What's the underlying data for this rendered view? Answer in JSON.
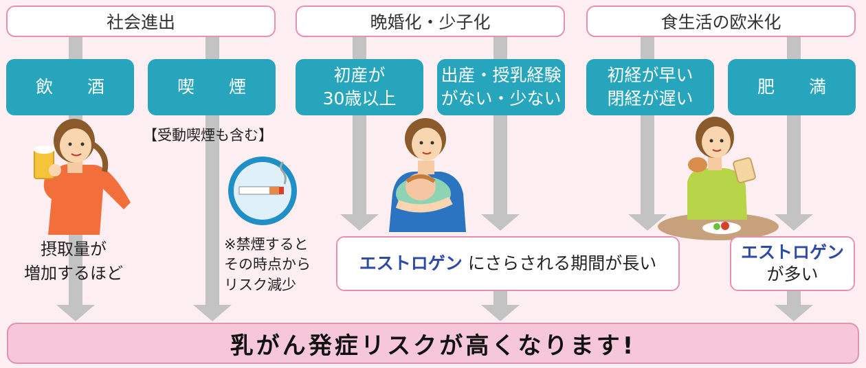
{
  "categories": [
    "社会進出",
    "晩婚化・少子化",
    "食生活の欧米化"
  ],
  "factors": {
    "alcohol": "飲　酒",
    "smoking": "喫　煙",
    "first_birth_line1": "初産が",
    "first_birth_line2": "30歳以上",
    "no_birth_line1": "出産・授乳経験",
    "no_birth_line2": "がない・少ない",
    "menarche_line1": "初経が早い",
    "menarche_line2": "閉経が遅い",
    "obesity": "肥　満"
  },
  "notes": {
    "passive_smoking": "【受動喫煙も含む】",
    "alcohol_line1": "摂取量が",
    "alcohol_line2": "増加するほど",
    "quit_line1": "※禁煙すると",
    "quit_line2": "その時点から",
    "quit_line3": "リスク減少"
  },
  "results": {
    "estrogen_word": "エストロゲン",
    "long_exposure_tail": " にさらされる期間が長い",
    "many_tail": "が多い"
  },
  "conclusion": "乳がん発症リスクが高くなります!",
  "colors": {
    "background": "#fdeef2",
    "factor_box": "#26a5bc",
    "border_pink": "#e590b4",
    "conclusion_fill": "#f5c7d8",
    "arrow": "#c3c3c3",
    "estrogen_text": "#2c4aa6"
  },
  "icons": [
    "woman-drinking-beer-illustration",
    "no-smoking-icon",
    "mother-holding-baby-illustration",
    "woman-eating-illustration"
  ]
}
